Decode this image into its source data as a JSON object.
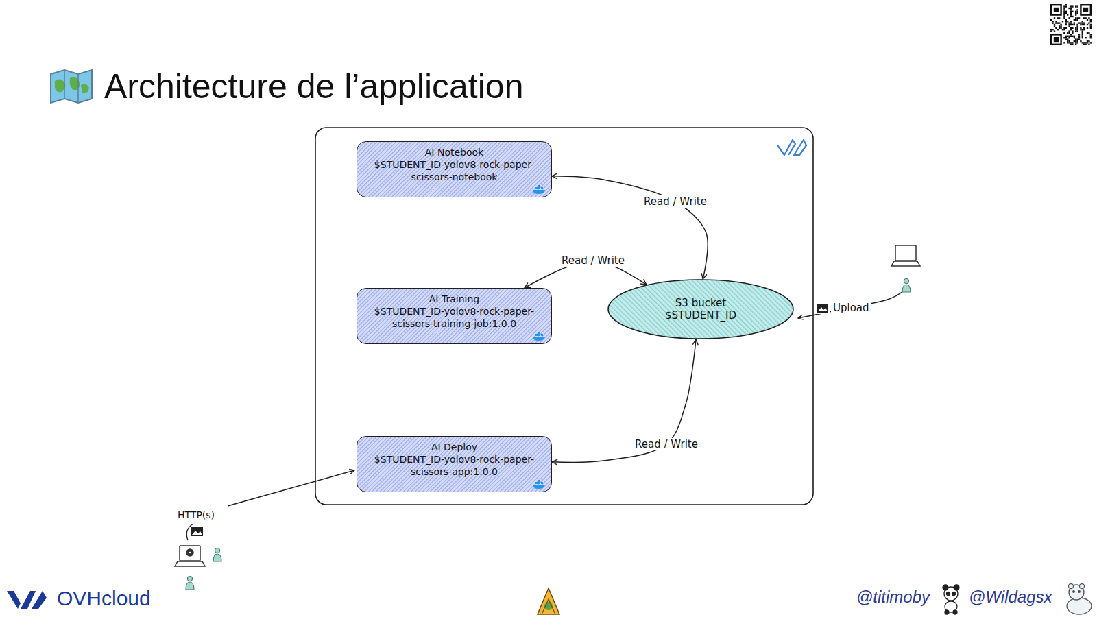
{
  "diagram": {
    "title": "Architecture de l’application",
    "nodes": [
      {
        "text": [
          "AI Notebook",
          "$STUDENT_ID-yolov8-rock-paper- scissors-notebook"
        ]
      },
      {
        "text": [
          "AI Training",
          "$STUDENT_ID-yolov8-rock-paper- scissors-training-job:1.0.0"
        ]
      },
      {
        "text": [
          "AI Deploy",
          "$STUDENT_ID-yolov8-rock-paper- scissors-app:1.0.0"
        ]
      },
      {
        "text": [
          "S3 bucket",
          "$STUDENT_ID"
        ]
      }
    ],
    "edges": [
      {
        "from": 3,
        "to": 0,
        "label": "Read / Write",
        "arrow": "both"
      },
      {
        "from": 3,
        "to": 1,
        "label": "Read / Write",
        "arrow": "both"
      },
      {
        "from": 3,
        "to": 2,
        "label": "Read / Write",
        "arrow": "both"
      }
    ],
    "labels": [
      "Upload",
      "HTTP(s)",
      "OVHcloud",
      "@titimoby",
      "@Wildagsx"
    ]
  }
}
